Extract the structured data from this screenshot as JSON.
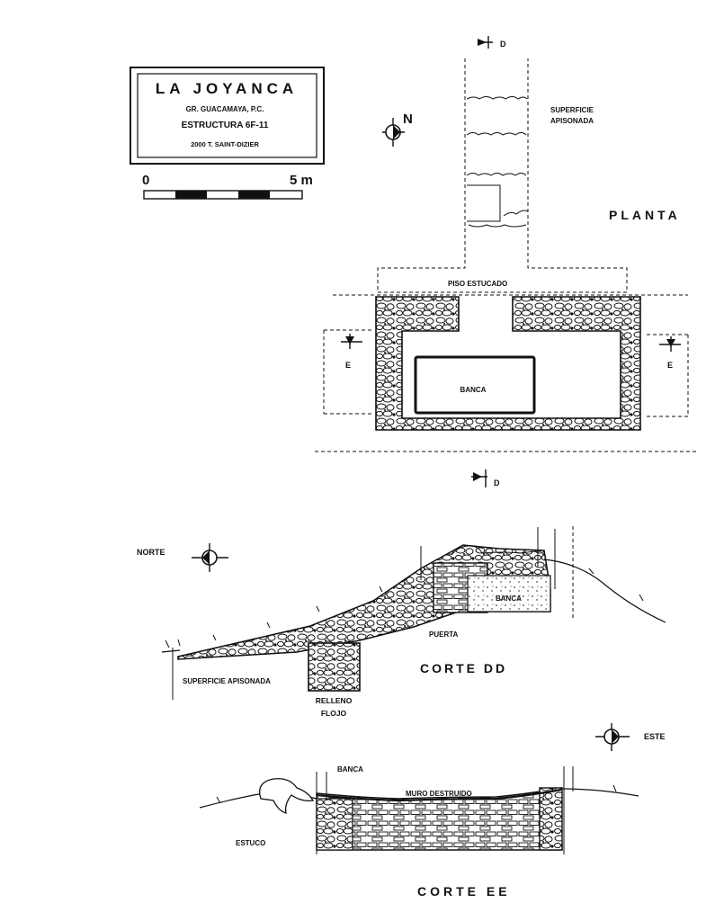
{
  "title_block": {
    "site": "LA JOYANCA",
    "group": "GR. GUACAMAYA, P.C.",
    "structure": "ESTRUCTURA 6F-11",
    "credit": "2000 T. SAINT-DIZIER"
  },
  "scale_bar": {
    "start": "0",
    "end": "5 m"
  },
  "north_arrow": {
    "label": "N"
  },
  "plan": {
    "title": "PLANTA",
    "labels": {
      "surface": [
        "SUPERFICIE",
        "APISONADA"
      ],
      "floor": "PISO ESTUCADO",
      "bench": "BANCA"
    },
    "section_markers": {
      "d": "D",
      "e": "E"
    }
  },
  "section_dd": {
    "title": "CORTE DD",
    "orientation": "NORTE",
    "labels": {
      "bench": "BANCA",
      "door": "PUERTA",
      "surface": "SUPERFICIE APISONADA",
      "fill": [
        "RELLENO",
        "FLOJO"
      ]
    }
  },
  "section_ee": {
    "title": "CORTE EE",
    "orientation": "ESTE",
    "labels": {
      "bench": "BANCA",
      "wall": "MURO DESTRUIDO",
      "stucco": "ESTUCO"
    }
  }
}
